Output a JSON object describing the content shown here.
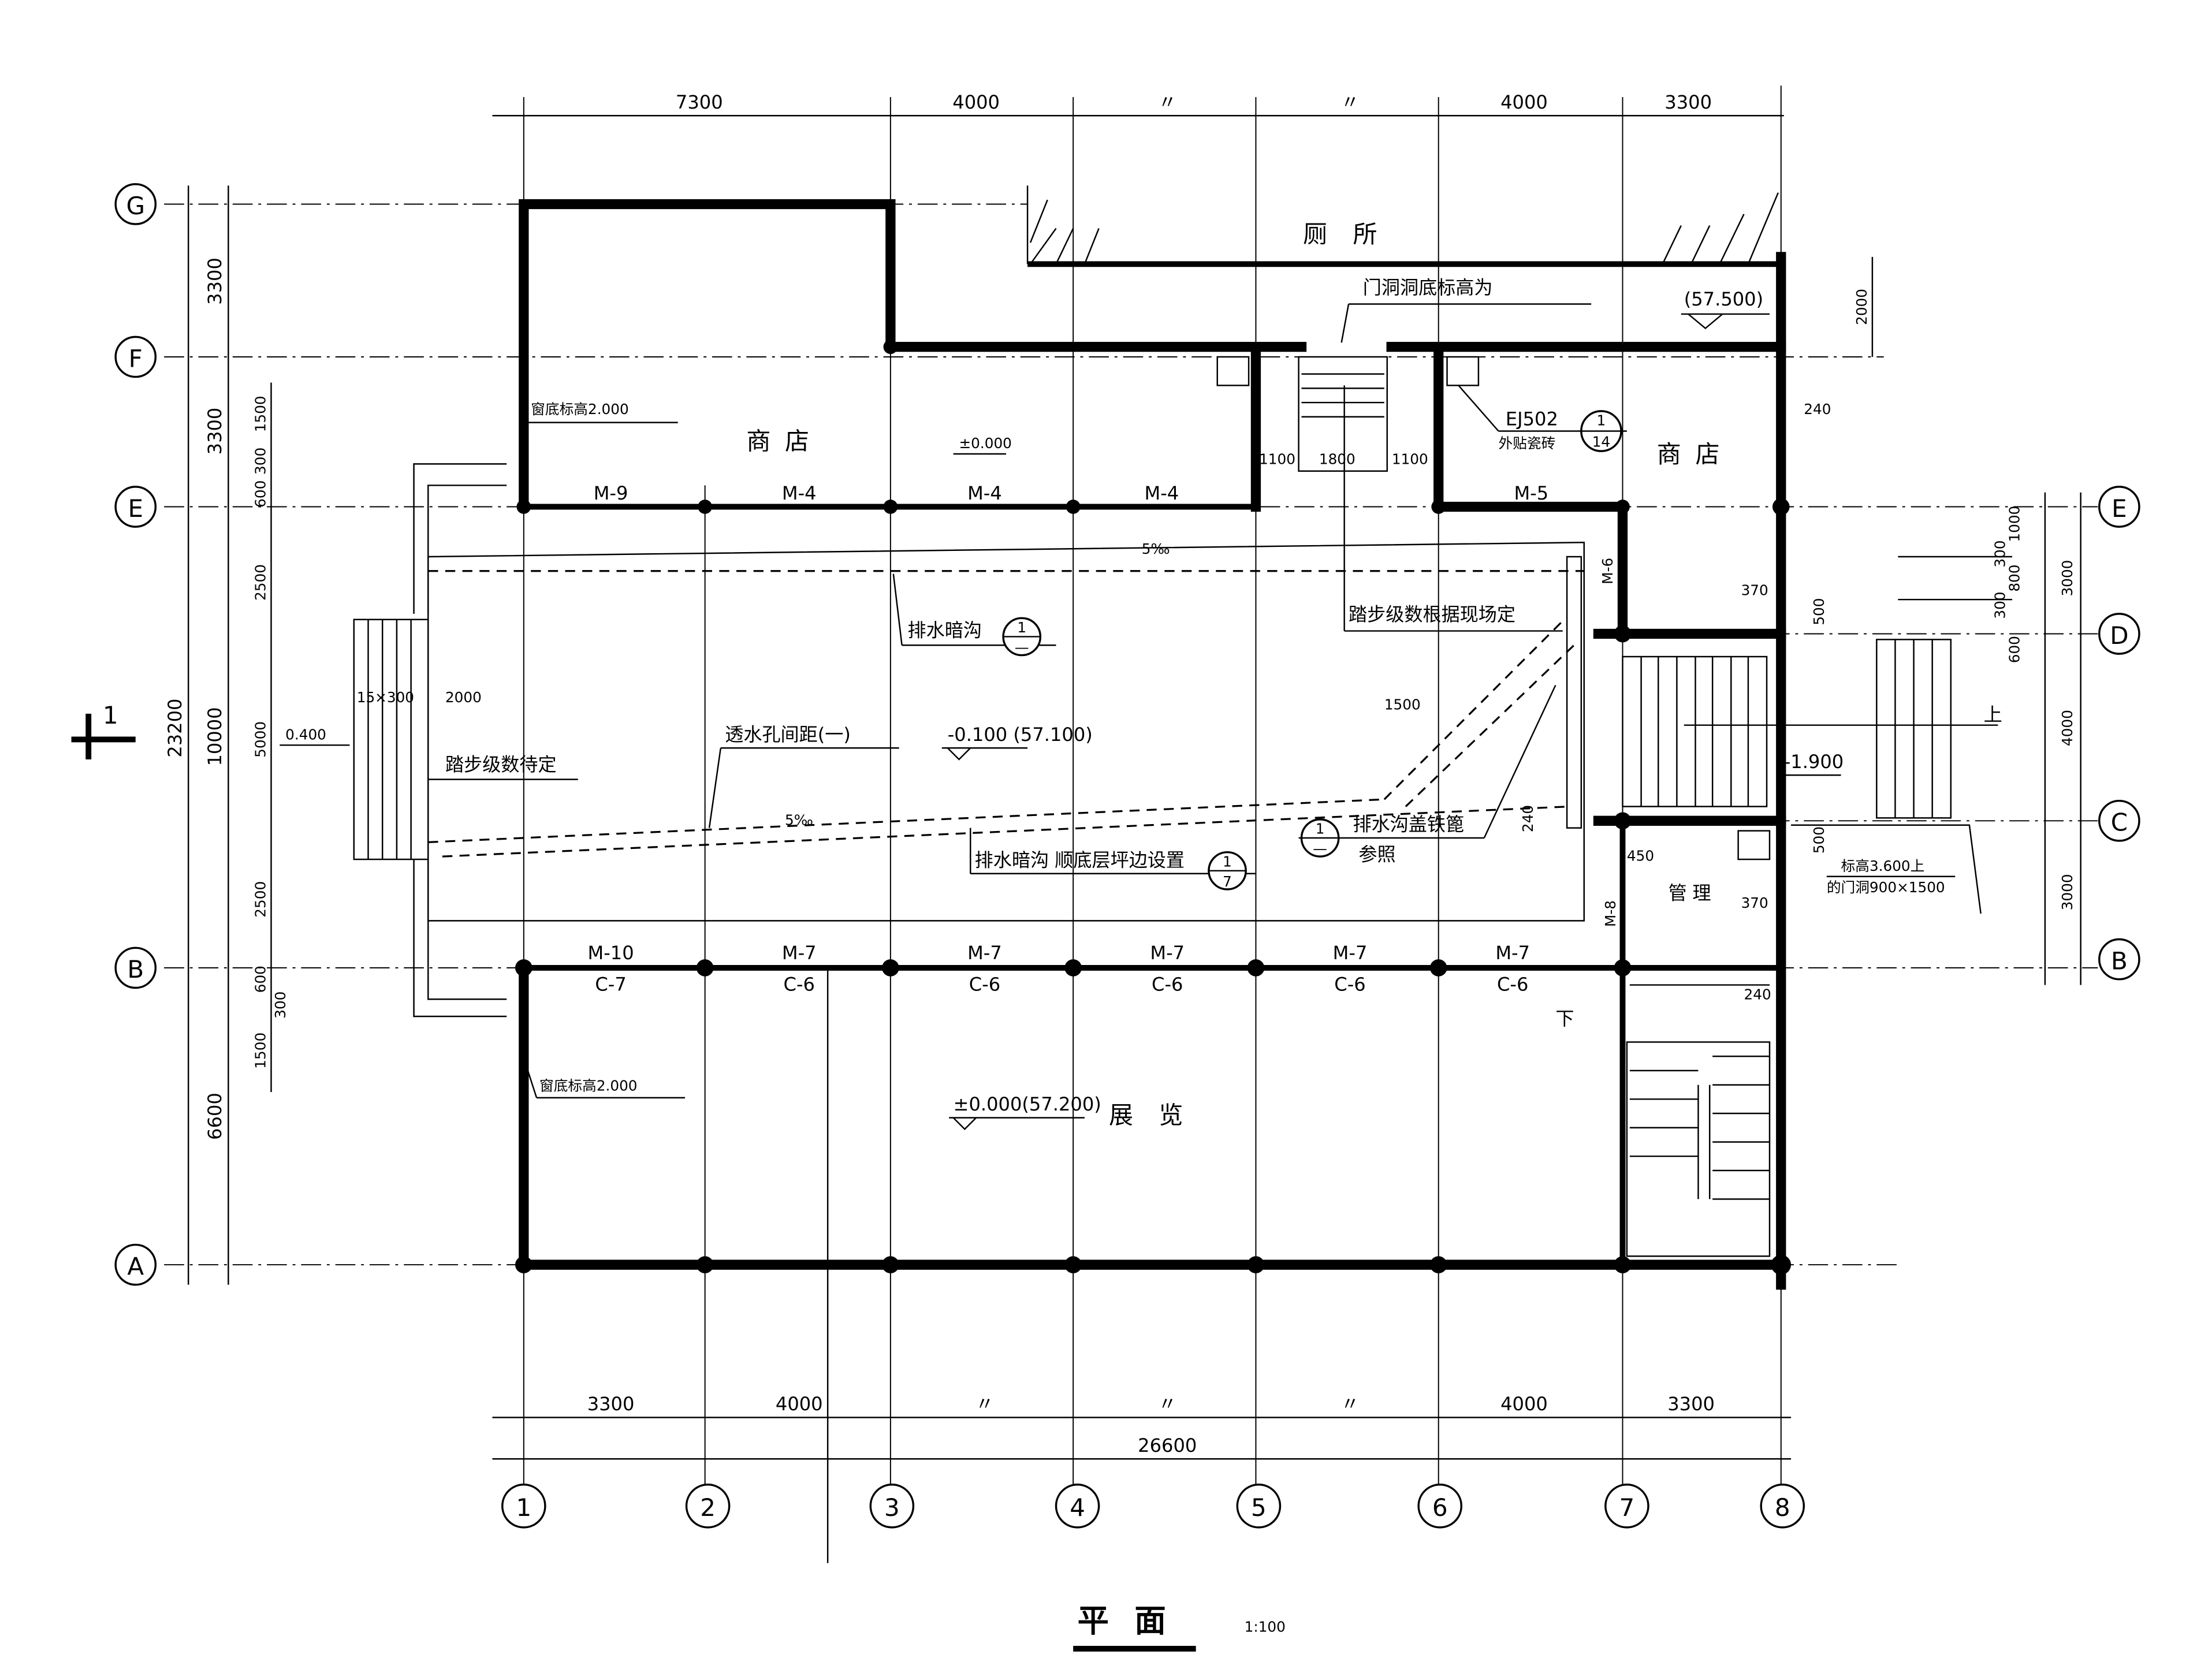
{
  "drawing": {
    "title": "平面",
    "scale": "1:100",
    "section_mark": "1"
  },
  "grid": {
    "columns": [
      "1",
      "2",
      "3",
      "4",
      "5",
      "6",
      "7",
      "8"
    ],
    "rows": [
      "G",
      "F",
      "E",
      "D",
      "C",
      "B",
      "A"
    ]
  },
  "dimensions": {
    "top": [
      "7300",
      "4000",
      "〃",
      "〃",
      "4000",
      "3300"
    ],
    "bottom": [
      "3300",
      "4000",
      "〃",
      "〃",
      "〃",
      "4000",
      "3300"
    ],
    "bottom_total": "26600",
    "left_total": "23200",
    "left_axes": [
      "3300",
      "3300",
      "10000",
      "6600"
    ],
    "left_detail": [
      "1500",
      "300",
      "600",
      "2500",
      "5000",
      "2500",
      "600",
      "300",
      "1500"
    ],
    "right_detail": [
      "1000",
      "300",
      "800",
      "300",
      "600"
    ],
    "right_axes": [
      "3000",
      "4000",
      "3000"
    ],
    "top_right": "2000",
    "stair_widths": [
      "1100",
      "1800",
      "1100"
    ],
    "misc": [
      "240",
      "370",
      "370",
      "450",
      "500",
      "500",
      "240",
      "240",
      "1500",
      "2000"
    ]
  },
  "rooms": {
    "shop_left": "商店",
    "shop_right": "商店",
    "toilet": "厕所",
    "exhibition": "展览",
    "management": "管理"
  },
  "openings": {
    "e_row": [
      "M-9",
      "M-4",
      "M-4",
      "M-4",
      "M-5"
    ],
    "b_row_doors": [
      "M-10",
      "M-7",
      "M-7",
      "M-7",
      "M-7",
      "M-7"
    ],
    "b_row_windows": [
      "C-7",
      "C-6",
      "C-6",
      "C-6",
      "C-6",
      "C-6"
    ],
    "side": [
      "M-6",
      "M-8"
    ]
  },
  "annotations": {
    "door_sill": "门洞洞底标高为",
    "elev_57500": "(57.500)",
    "ej502": "EJ502",
    "tile": "外贴瓷砖",
    "ref_1_14_top": "1",
    "ref_1_14_bottom": "14",
    "window_sill_top": "窗底标高2.000",
    "window_sill_bottom": "窗底标高2.000",
    "elev_shop": "±0.000",
    "slope_top": "5‰",
    "slope_bottom": "5‰",
    "drain_hidden": "排水暗沟",
    "ref_1_a_top": "1",
    "ref_1_a_bottom": "—",
    "steps_site": "踏步级数根据现场定",
    "weep_hole": "透水孔间距(一)",
    "elev_court": "-0.100 (57.100)",
    "elev_entry": "0.400",
    "steps_entry": "15×300",
    "steps_tbd": "踏步级数待定",
    "drain_cover": "排水沟盖铁篦",
    "drain_cover_ref": "参照",
    "ref_1_b_top": "1",
    "ref_1_b_bottom": "—",
    "drain_along": "排水暗沟 顺底层坪边设置",
    "ref_1_7_top": "1",
    "ref_1_7_bottom": "7",
    "elev_ramp": "-1.900",
    "up": "上",
    "down": "下",
    "upper_door": "标高3.600上",
    "upper_door2": "的门洞900×1500",
    "elev_exhibit": "±0.000(57.200)"
  }
}
